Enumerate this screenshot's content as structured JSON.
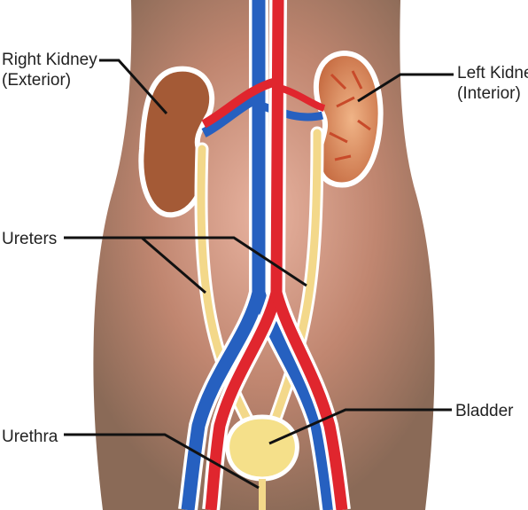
{
  "labels": {
    "right_kidney": {
      "line1": "Right Kidney",
      "line2": "(Exterior)"
    },
    "left_kidney": {
      "line1": "Left Kidney",
      "line2": "(Interior)"
    },
    "ureters": "Ureters",
    "bladder": "Bladder",
    "urethra": "Urethra"
  },
  "colors": {
    "skin_outer": "#8a6a57",
    "skin_inner": "#d8a490",
    "artery": "#e0262e",
    "vein": "#2660c0",
    "kidney": "#a45a36",
    "kidney_interior": "#e8a070",
    "ureter": "#f3d88a",
    "bladder": "#f5e08a",
    "outline": "#ffffff"
  }
}
